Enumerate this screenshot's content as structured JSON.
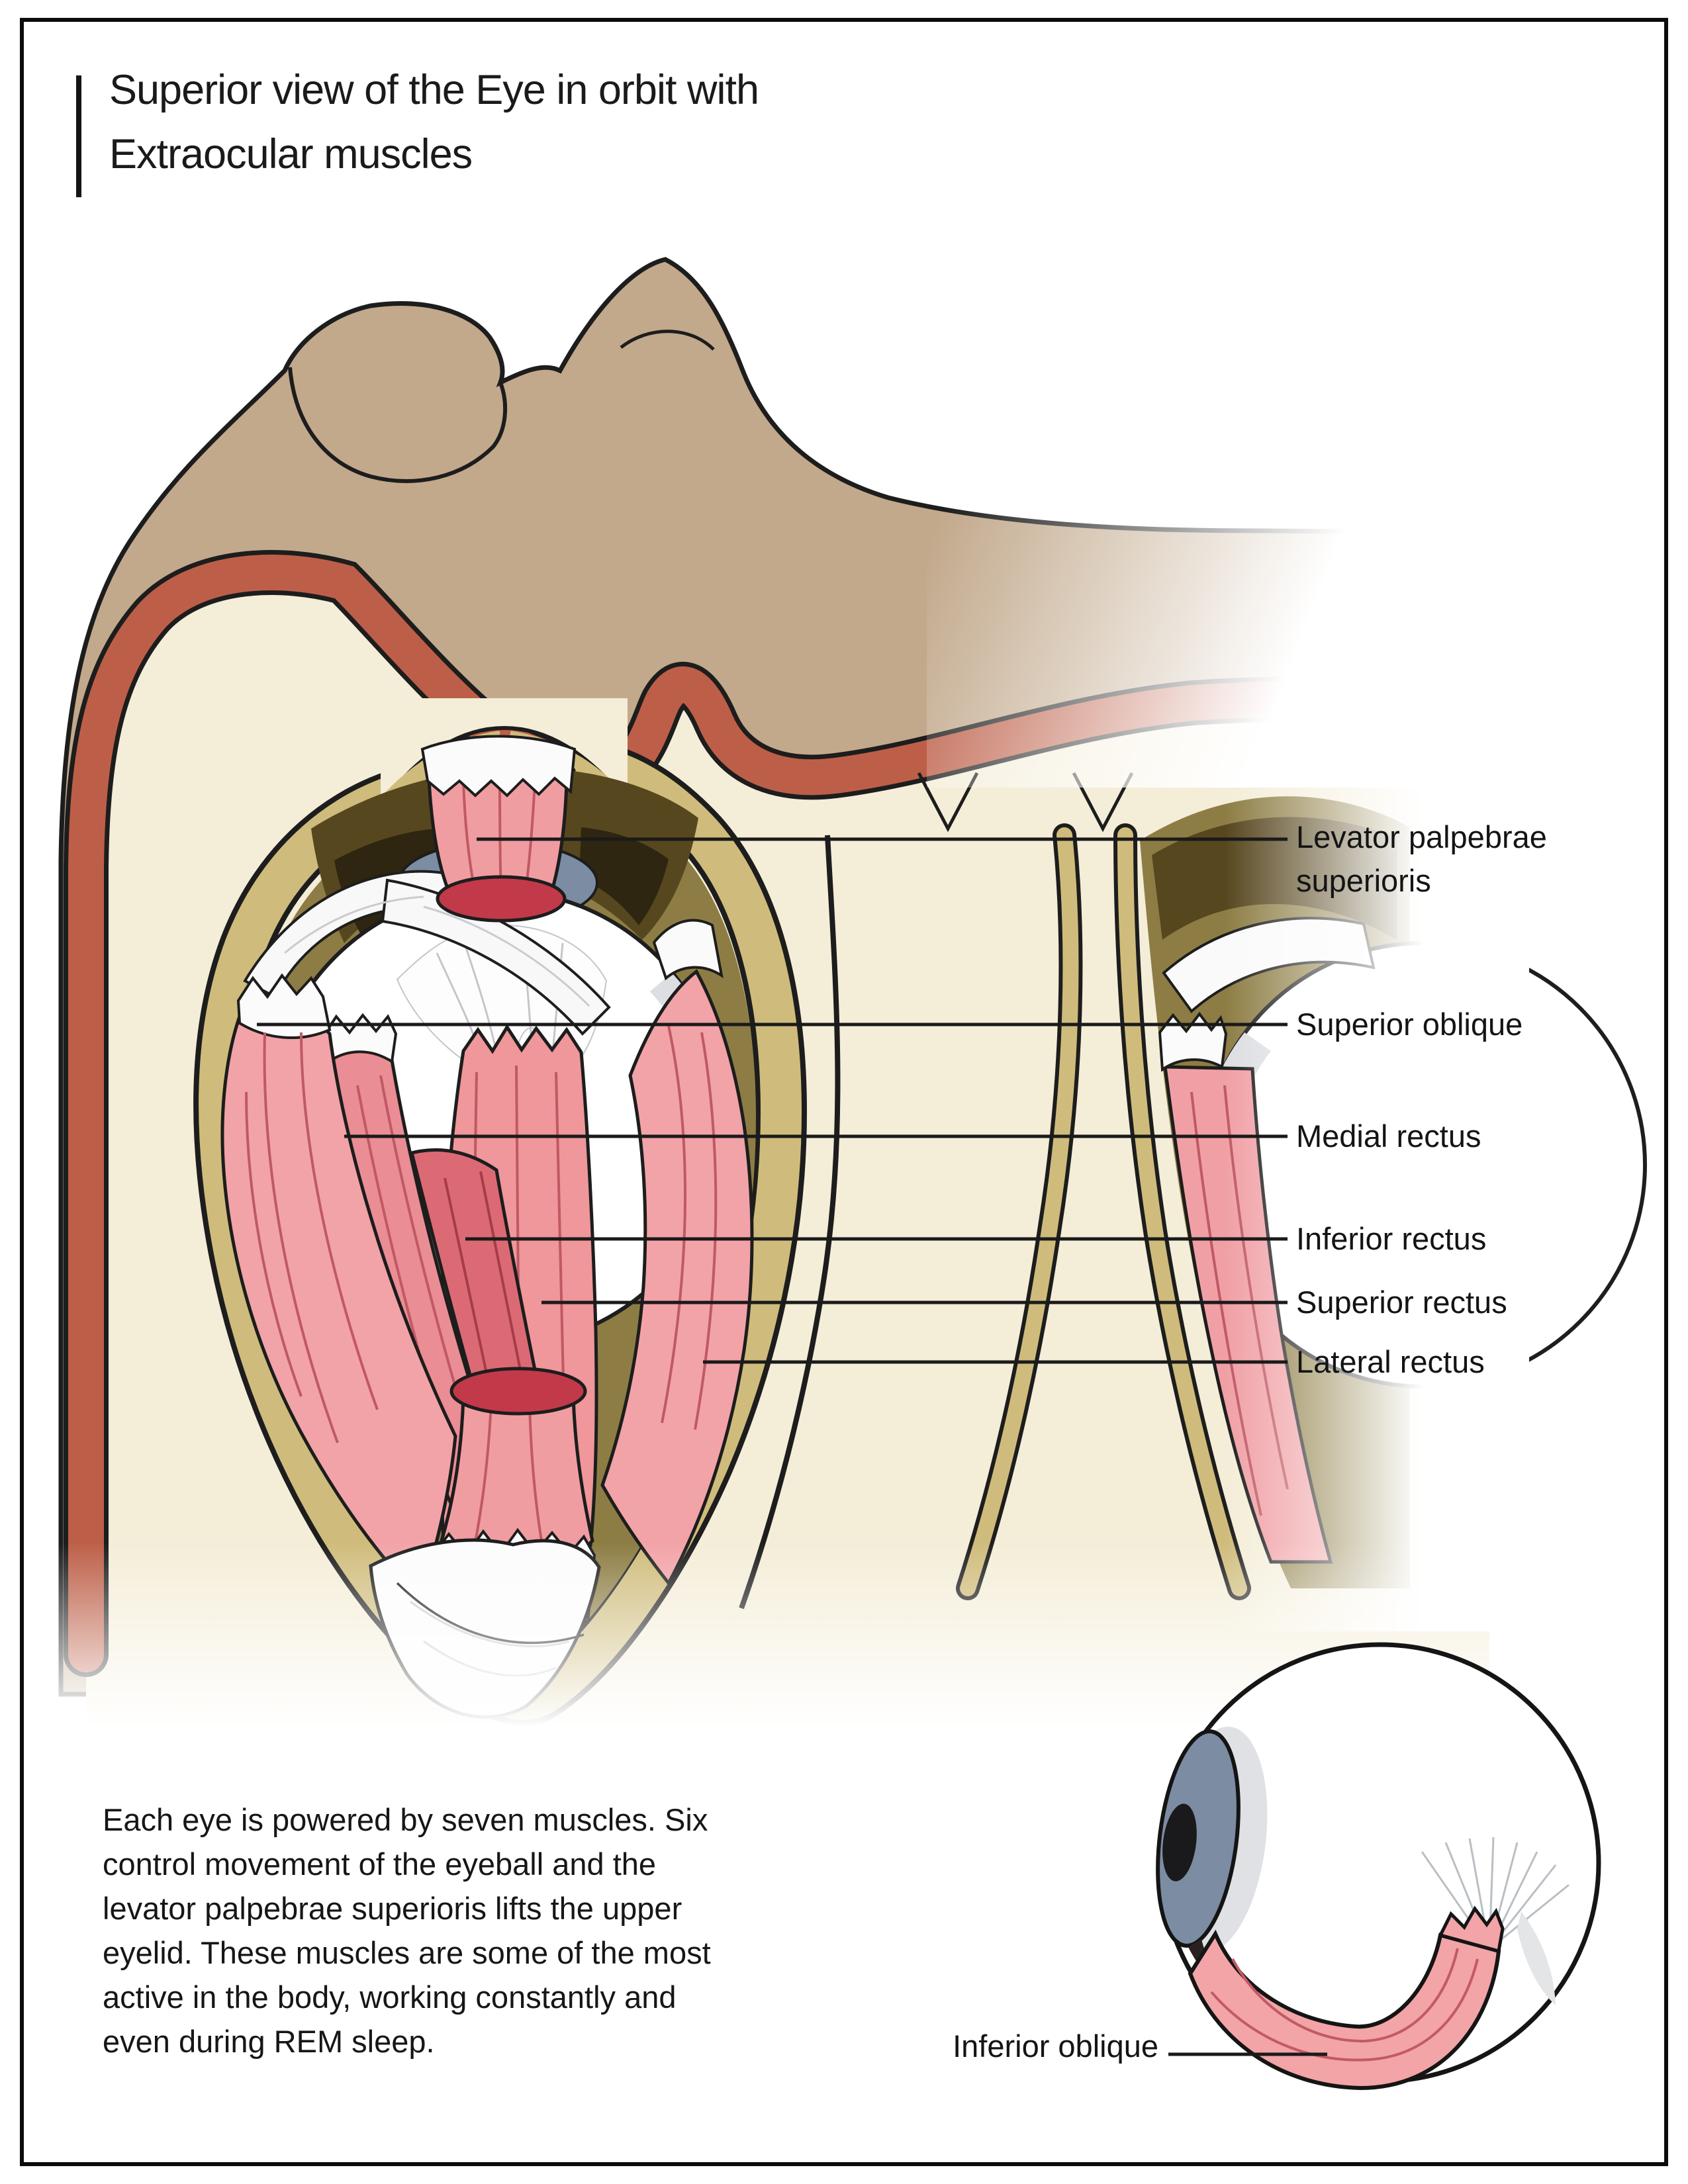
{
  "title": {
    "line1": "Superior view of the Eye in orbit with",
    "line2": "Extraocular muscles"
  },
  "labels": {
    "levator_line1": "Levator palpebrae",
    "levator_line2": "superioris",
    "superior_oblique": "Superior oblique",
    "medial_rectus": "Medial rectus",
    "inferior_rectus": "Inferior rectus",
    "superior_rectus": "Superior rectus",
    "lateral_rectus": "Lateral rectus",
    "inferior_oblique": "Inferior oblique"
  },
  "caption": {
    "lines": [
      "Each eye is powered by seven muscles. Six",
      "control movement of the eyeball and the",
      "levator palpebrae superioris lifts the upper",
      "eyelid. These muscles are some of the most",
      "active in the body, working constantly and",
      "even during REM sleep."
    ]
  },
  "palette": {
    "skin": "#c2a98c",
    "muscle_layer_red": "#bd5f48",
    "bone": "#f4edd8",
    "orbit_rim": "#cfbc7c",
    "orbit_cavity": "#8d7d44",
    "orbit_shadow": "#57471f",
    "deep_shadow": "#2e2611",
    "muscle_pink": "#f2a3a7",
    "muscle_pink_mid": "#eb8d94",
    "muscle_deep": "#dc6a74",
    "muscle_cut": "#c2394a",
    "tendon_white": "#fbfbfb",
    "sclera_shadow": "#dcdee2",
    "iris_blue": "#7c8ca3",
    "pupil": "#1a1a1c",
    "outline": "#1d1d1d"
  }
}
